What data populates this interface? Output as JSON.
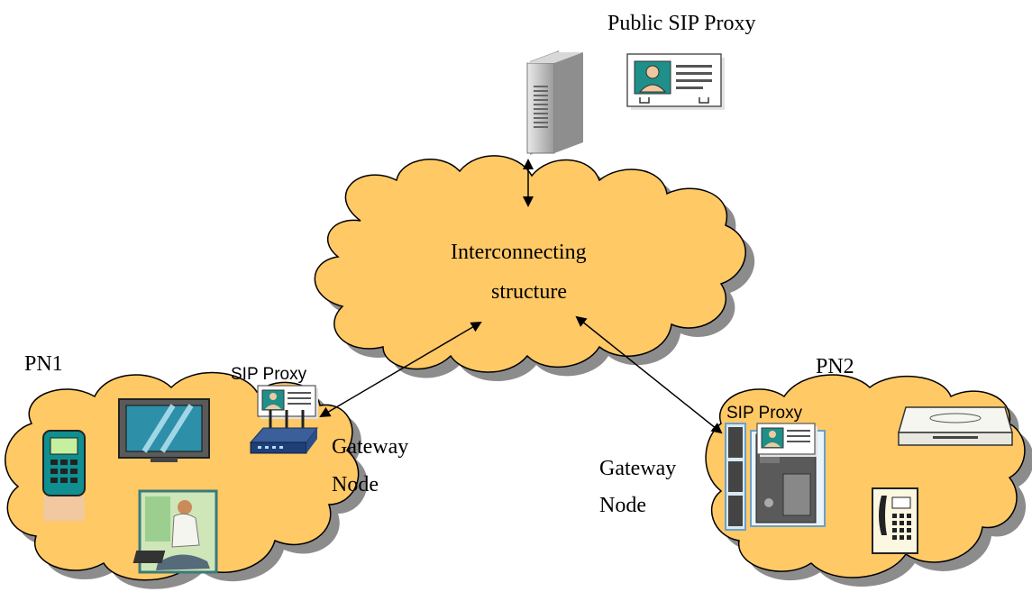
{
  "labels": {
    "public_proxy": "Public SIP Proxy",
    "cloud_line1": "Interconnecting",
    "cloud_line2": "structure",
    "pn1": "PN1",
    "pn2": "PN2",
    "pn1_proxy": "SIP Proxy",
    "pn2_proxy": "SIP Proxy",
    "pn1_gateway_line1": "Gateway",
    "pn1_gateway_line2": "Node",
    "pn2_gateway_line1": "Gateway",
    "pn2_gateway_line2": "Node"
  },
  "colors": {
    "cloud_fill": "#FFC966",
    "cloud_stroke": "#000000",
    "shadow": "#8c8c8c",
    "card_fill": "#ffffff",
    "card_accent": "#1f8f8a"
  },
  "icons": [
    "server-icon",
    "id-card-icon",
    "router-icon",
    "phone-icon",
    "tv-icon",
    "person-laptop-icon",
    "tower-pc-icon",
    "dvd-player-icon",
    "desk-phone-icon"
  ]
}
